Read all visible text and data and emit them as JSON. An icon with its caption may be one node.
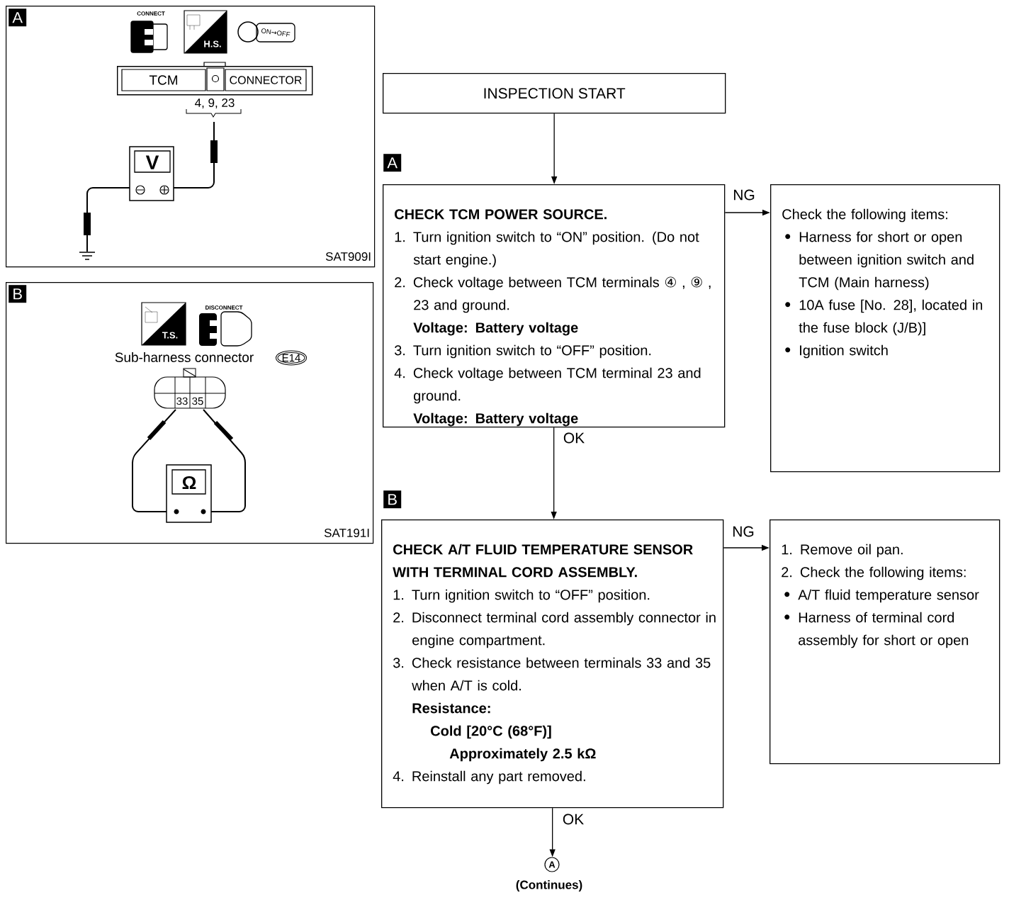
{
  "diagram": {
    "nodes": [
      {
        "text": [
          "SAT909I"
        ]
      },
      {
        "text": [
          "A"
        ],
        "in": 0
      },
      {
        "text": [
          "TCM",
          "CONNECTOR"
        ],
        "in": 0,
        "beside": [
          "4, 9, 23"
        ]
      },
      {
        "text": [
          "SAT191I"
        ]
      },
      {
        "text": [
          "B"
        ],
        "in": 3
      },
      {
        "text": [
          "E14"
        ],
        "in": 3
      },
      {
        "text": [
          "INSPECTION START"
        ]
      },
      {
        "text": [
          "A"
        ]
      },
      {
        "text": [
          "CHECK TCM POWER SOURCE.",
          "1. Turn ignition switch to “ON” position. (Do not start engine.)",
          "2. Check voltage between TCM terminals ④ , ⑨ , 23 and ground.",
          "Voltage: Battery voltage",
          "3. Turn ignition switch to “OFF” position.",
          "4. Check voltage between TCM terminal 23 and ground.",
          "Voltage: Battery voltage"
        ]
      },
      {
        "text": [
          "Check the following items:",
          "Harness for short or open between ignition switch and TCM (Main harness)",
          "10A fuse [No. 28], located in the fuse block (J/B)]",
          "Ignition switch"
        ]
      },
      {
        "text": [
          "B"
        ]
      },
      {
        "text": [
          "CHECK A/T FLUID TEMPERATURE SENSOR WITH TERMINAL CORD ASSEMBLY.",
          "1. Turn ignition switch to “OFF” position.",
          "2. Disconnect terminal cord assembly connector in engine compartment.",
          "3. Check resistance between terminals 33 and 35 when A/T is cold.",
          "Resistance:",
          "Cold [20°C (68°F)]",
          "Approximately 2.5 kΩ",
          "4. Reinstall any part removed."
        ]
      },
      {
        "text": [
          "1. Remove oil pan.",
          "2. Check the following items:",
          "A/T fluid temperature sensor",
          "Harness of terminal cord assembly for short or open"
        ]
      },
      {
        "text": [
          "A"
        ],
        "beside": [
          "(Continues)"
        ]
      }
    ],
    "edges": [
      {
        "from": 6,
        "to": 8,
        "arrow": "to"
      },
      {
        "from": 8,
        "to": 9,
        "arrow": "to",
        "label": "NG"
      },
      {
        "from": 8,
        "to": 11,
        "arrow": "to",
        "label": "OK"
      },
      {
        "from": 11,
        "to": 12,
        "arrow": "to",
        "label": "NG"
      },
      {
        "from": 11,
        "to": 13,
        "arrow": "to",
        "label": "OK"
      }
    ],
    "labels": [
      "CONNECT",
      "H.S.",
      "ON→OFF",
      "V",
      "T.S.",
      "DISCONNECT",
      "Sub-harness connector",
      "33",
      "35",
      "Ω"
    ]
  }
}
